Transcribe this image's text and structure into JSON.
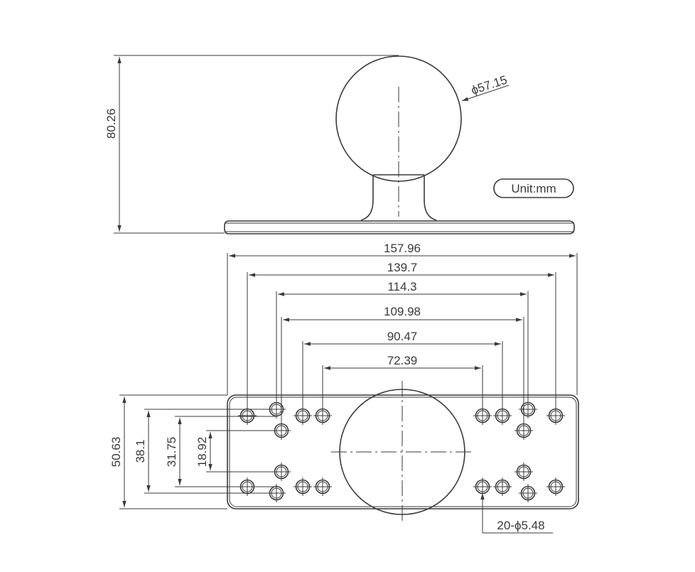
{
  "side_view": {
    "height_label": "80.26",
    "ball_diameter_label": "ϕ57.15",
    "unit_label": "Unit:mm"
  },
  "top_view": {
    "widths": [
      "157.96",
      "139.7",
      "114.3",
      "109.98",
      "90.47",
      "72.39"
    ],
    "heights": [
      "50.63",
      "38.1",
      "31.75",
      "18.92"
    ],
    "hole_callout": "20-ϕ5.48"
  }
}
